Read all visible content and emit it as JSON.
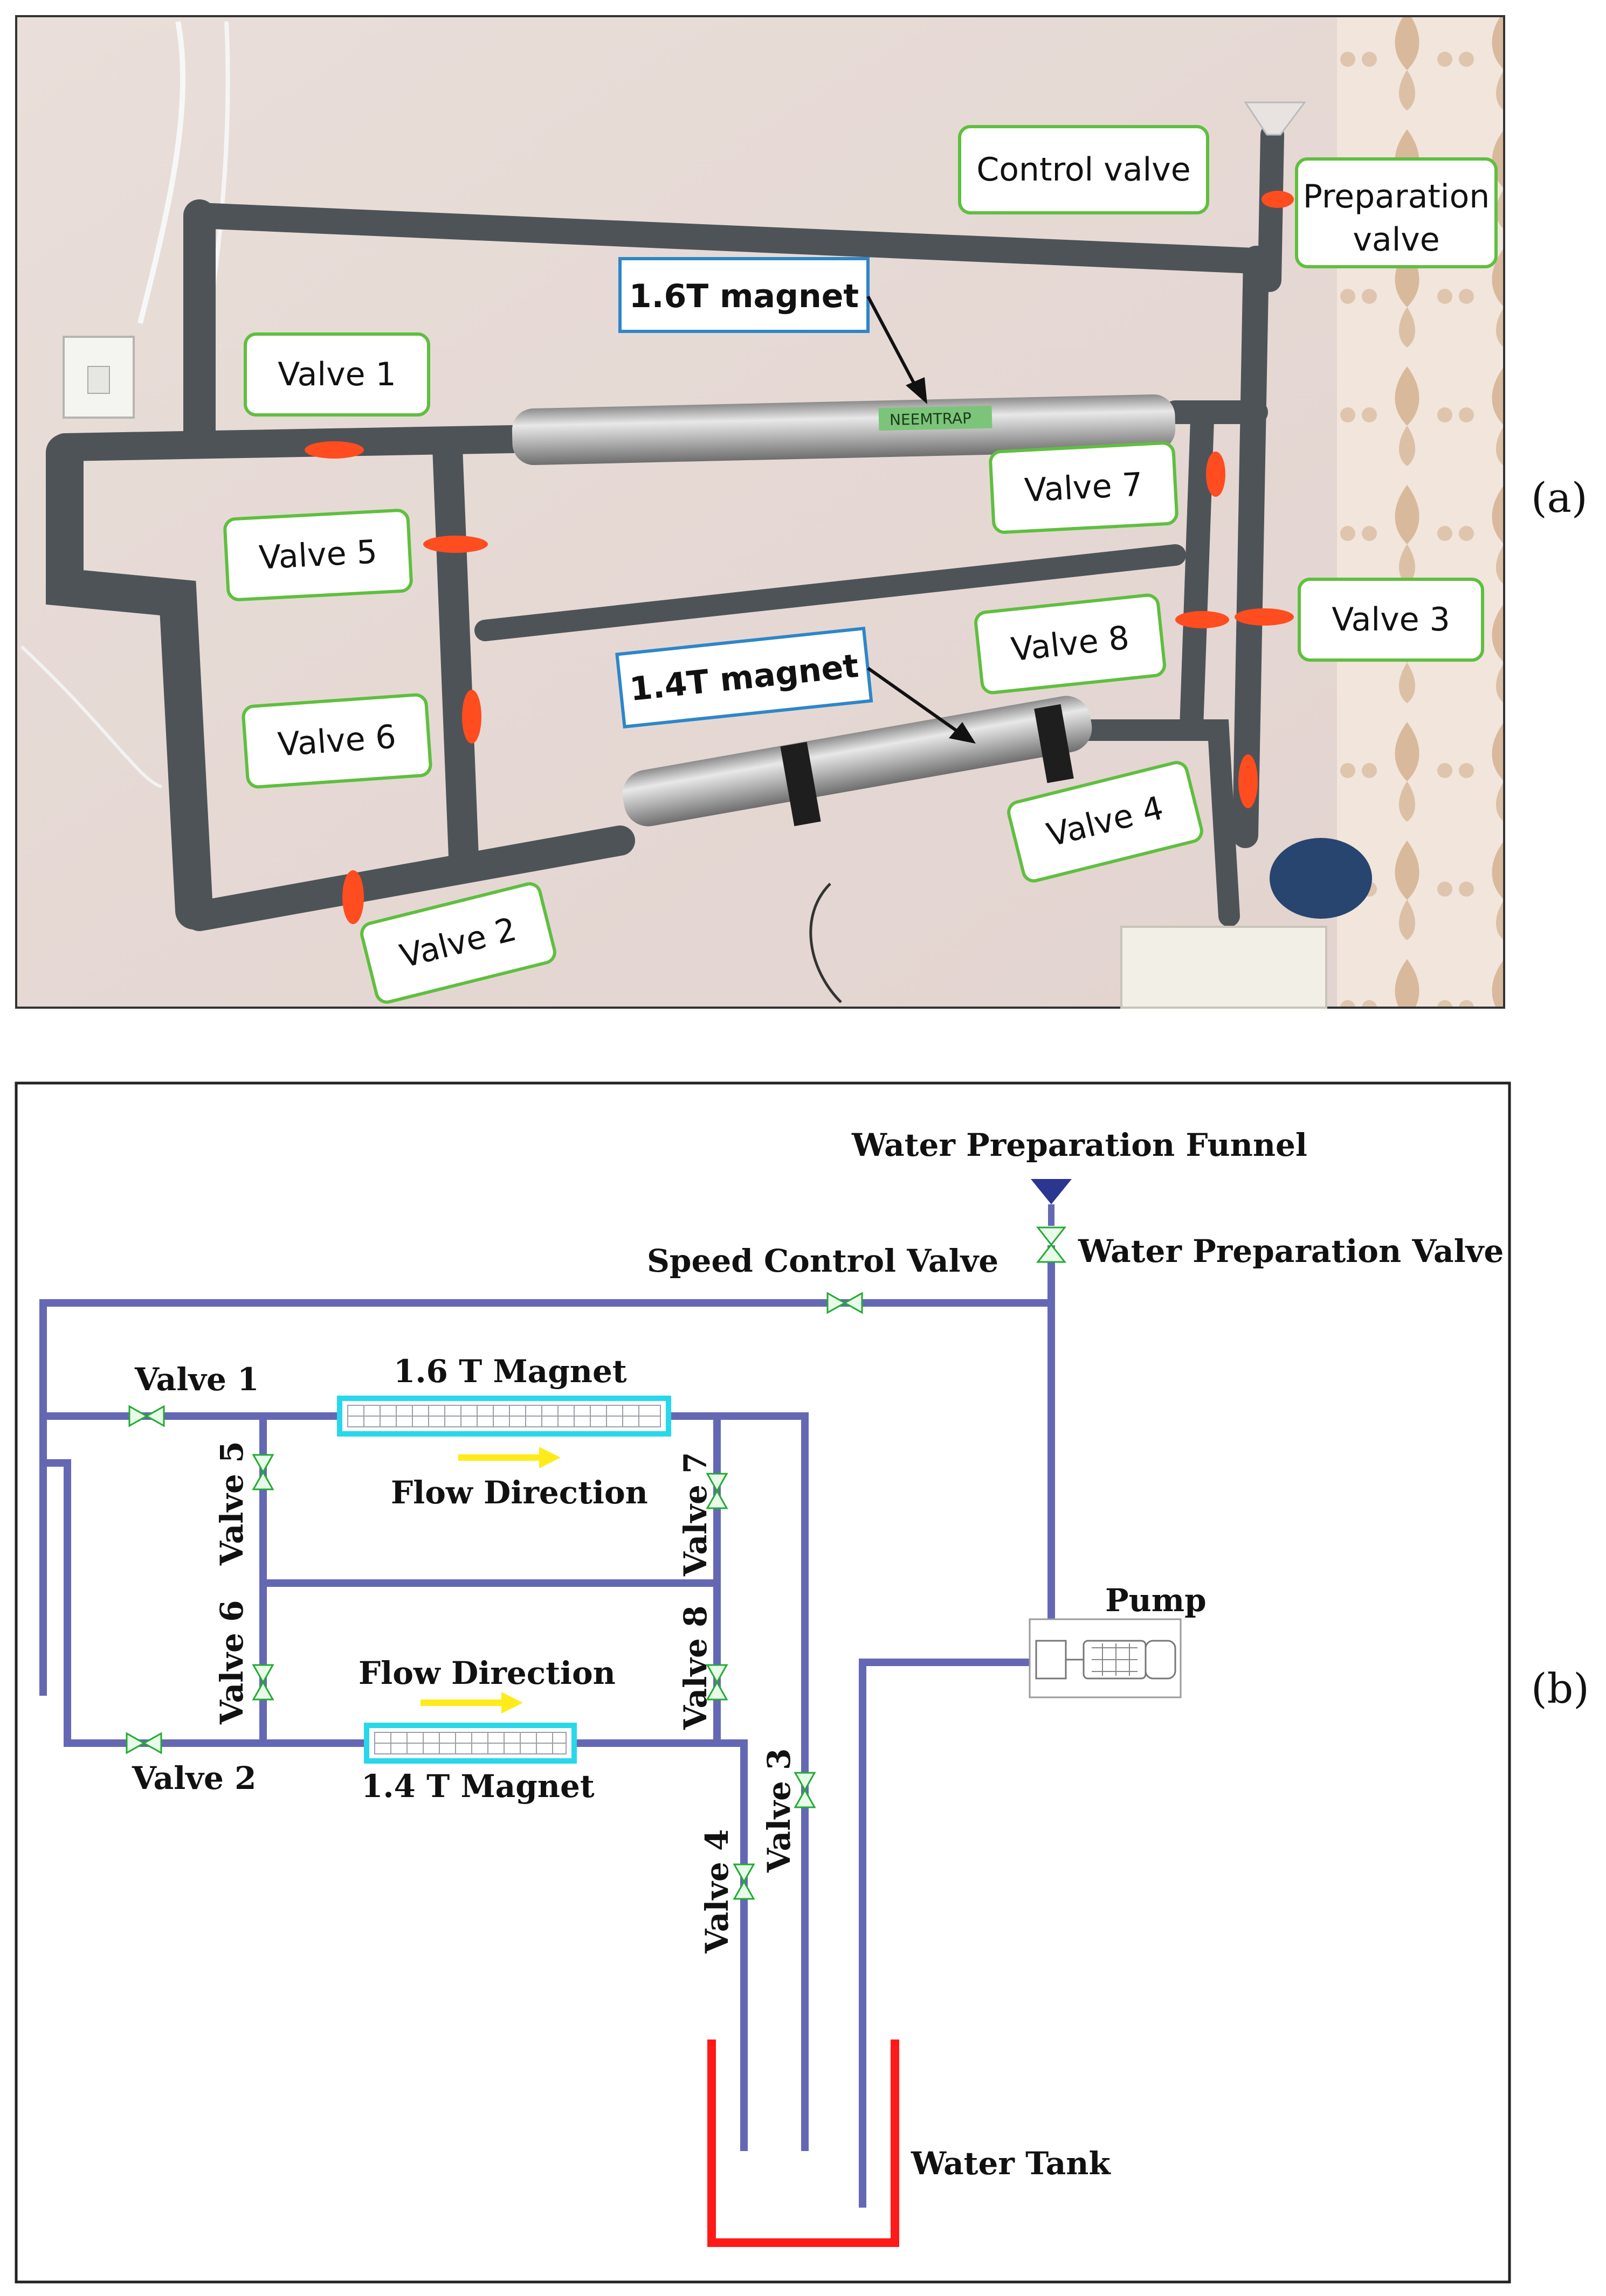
{
  "colors": {
    "pipe": "#6468b4",
    "pipe_photo": "#4e5358",
    "tank": "#ff1a1a",
    "magnet": "#28d8ea",
    "arrow": "#ffeb1a",
    "valve": "#22aa33",
    "callout_green": "#5fbf3f",
    "callout_blue": "#2e86c8",
    "wall": "#e8ddd8",
    "funnel": "#2c3590"
  },
  "panel_a": {
    "letter": "(a)",
    "callouts": {
      "control_valve": "Control valve",
      "preparation_valve_1": "Preparation",
      "preparation_valve_2": "valve",
      "magnet_16": "1.6T magnet",
      "magnet_14": "1.4T magnet",
      "valve1": "Valve 1",
      "valve2": "Valve 2",
      "valve3": "Valve 3",
      "valve4": "Valve 4",
      "valve5": "Valve 5",
      "valve6": "Valve 6",
      "valve7": "Valve 7",
      "valve8": "Valve 8"
    },
    "magnet_sticker": "NEEMTRAP"
  },
  "panel_b": {
    "letter": "(b)",
    "labels": {
      "funnel": "Water Preparation Funnel",
      "prep_valve": "Water Preparation Valve",
      "speed_valve": "Speed Control Valve",
      "valve1": "Valve 1",
      "valve2": "Valve 2",
      "valve3": "Valve 3",
      "valve4": "Valve 4",
      "valve5": "Valve 5",
      "valve6": "Valve 6",
      "valve7": "Valve 7",
      "valve8": "Valve 8",
      "magnet_16": "1.6 T Magnet",
      "magnet_14": "1.4 T Magnet",
      "flow_top": "Flow Direction",
      "flow_bottom": "Flow Direction",
      "pump": "Pump",
      "tank": "Water Tank"
    }
  }
}
